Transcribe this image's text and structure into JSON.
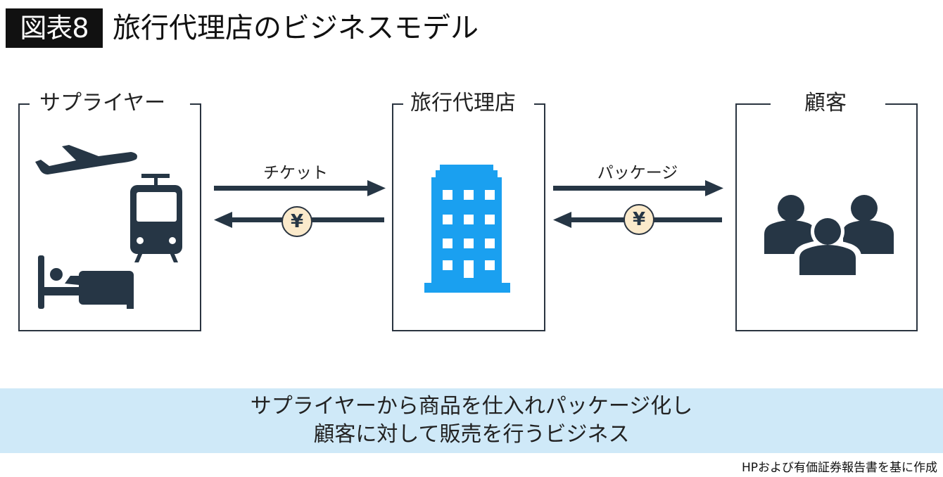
{
  "header": {
    "figure_number": "図表8",
    "title": "旅行代理店のビジネスモデル"
  },
  "nodes": [
    {
      "id": "supplier",
      "label": "サプライヤー",
      "icons": [
        "airplane-icon",
        "train-icon",
        "bed-icon"
      ]
    },
    {
      "id": "agency",
      "label": "旅行代理店",
      "icons": [
        "building-icon"
      ]
    },
    {
      "id": "customer",
      "label": "顧客",
      "icons": [
        "people-group-icon"
      ]
    }
  ],
  "flows": [
    {
      "from": "supplier",
      "to": "agency",
      "label": "チケット"
    },
    {
      "from": "agency",
      "to": "supplier",
      "label": "¥"
    },
    {
      "from": "agency",
      "to": "customer",
      "label": "パッケージ"
    },
    {
      "from": "customer",
      "to": "agency",
      "label": "¥"
    }
  ],
  "summary": {
    "line1": "サプライヤーから商品を仕入れパッケージ化し",
    "line2": "顧客に対して販売を行うビジネス"
  },
  "source": "HPおよび有価証券報告書を基に作成",
  "colors": {
    "dark": "#263645",
    "building": "#1aa0f0",
    "yen_fill": "#fbeacb",
    "summary_bg": "#cfe9f8"
  }
}
